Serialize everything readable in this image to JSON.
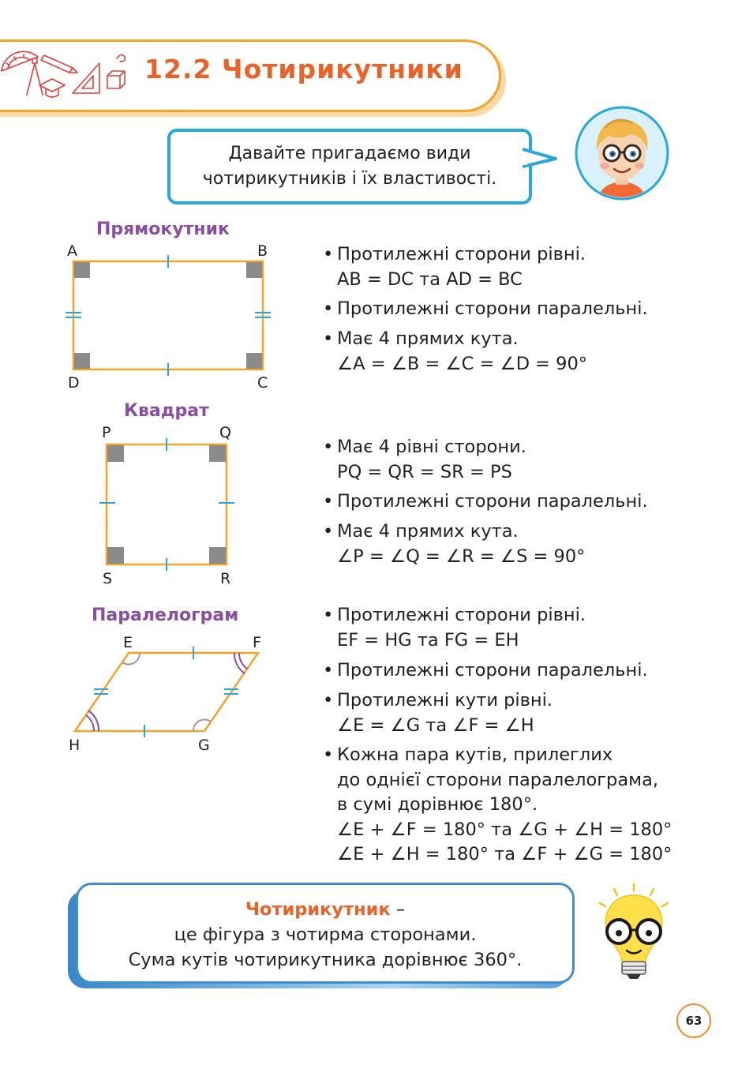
{
  "header": {
    "title": "12.2 Чотирикутники"
  },
  "bubble": {
    "line1": "Давайте пригадаємо види",
    "line2": "чотирикутників і їх властивості."
  },
  "rectangle": {
    "title": "Прямокутник",
    "vertices": [
      "A",
      "B",
      "C",
      "D"
    ],
    "bullets": [
      {
        "text": "Протилежні сторони рівні.",
        "sub": "AB = DC та AD = BC"
      },
      {
        "text": "Протилежні сторони паралельні."
      },
      {
        "text": "Має 4 прямих кута.",
        "sub": "∠A = ∠B = ∠C = ∠D = 90°"
      }
    ]
  },
  "square": {
    "title": "Квадрат",
    "vertices": [
      "P",
      "Q",
      "R",
      "S"
    ],
    "bullets": [
      {
        "text": "Має 4 рівні сторони.",
        "sub": "PQ = QR = SR = PS"
      },
      {
        "text": "Протилежні сторони паралельні."
      },
      {
        "text": "Має 4 прямих кута.",
        "sub": "∠P = ∠Q = ∠R = ∠S = 90°"
      }
    ]
  },
  "parallelogram": {
    "title": "Паралелограм",
    "vertices": [
      "E",
      "F",
      "G",
      "H"
    ],
    "bullets": [
      {
        "text": "Протилежні сторони рівні.",
        "sub": "EF = HG та FG = EH"
      },
      {
        "text": "Протилежні сторони паралельні."
      },
      {
        "text": "Протилежні кути рівні.",
        "sub": "∠E = ∠G та ∠F = ∠H"
      },
      {
        "text": "Кожна пара кутів, прилеглих",
        "lines": [
          "до однієї сторони паралелограма,",
          "в сумі дорівнює 180°.",
          "∠E + ∠F = 180° та ∠G + ∠H = 180°",
          "∠E + ∠H = 180° та ∠F + ∠G = 180°"
        ]
      }
    ]
  },
  "definition": {
    "term": "Чотирикутник",
    "dash": " –",
    "line2": "це фігура з чотирма сторонами.",
    "line3": "Сума кутів чотирикутника дорівнює 360°."
  },
  "page_number": "63",
  "colors": {
    "accent_orange": "#e8632a",
    "header_border": "#f4a328",
    "purple": "#8a4ea0",
    "blue": "#27a7de",
    "shape_stroke": "#f4a328",
    "tick": "#27a7de"
  },
  "icons": [
    "geometry-tools-doodle-icon",
    "boy-avatar-icon",
    "lightbulb-glasses-icon"
  ]
}
